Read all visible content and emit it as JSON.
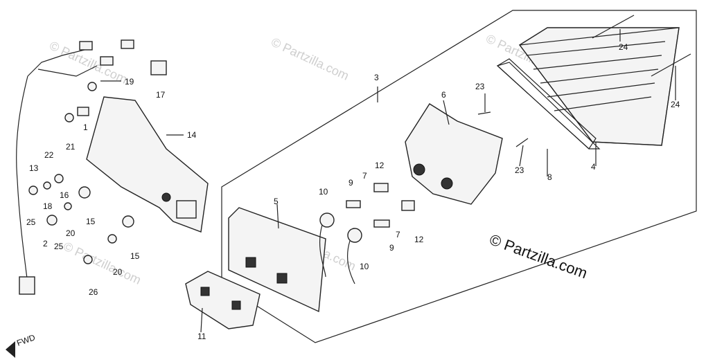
{
  "watermark": {
    "text": "© Partzilla.com"
  },
  "brand": {
    "text": "© Partzilla.com"
  },
  "fwd_label": "FWD",
  "callouts": {
    "c1": "1",
    "c2": "2",
    "c3": "3",
    "c4": "4",
    "c5": "5",
    "c6": "6",
    "c7a": "7",
    "c7b": "7",
    "c8": "8",
    "c9a": "9",
    "c9b": "9",
    "c10a": "10",
    "c10b": "10",
    "c11": "11",
    "c12a": "12",
    "c12b": "12",
    "c13": "13",
    "c14": "14",
    "c15a": "15",
    "c15b": "15",
    "c16": "16",
    "c17": "17",
    "c18": "18",
    "c19": "19",
    "c20a": "20",
    "c20b": "20",
    "c21": "21",
    "c22": "22",
    "c23a": "23",
    "c23b": "23",
    "c24a": "24",
    "c24b": "24",
    "c25a": "25",
    "c25b": "25",
    "c26": "26"
  }
}
